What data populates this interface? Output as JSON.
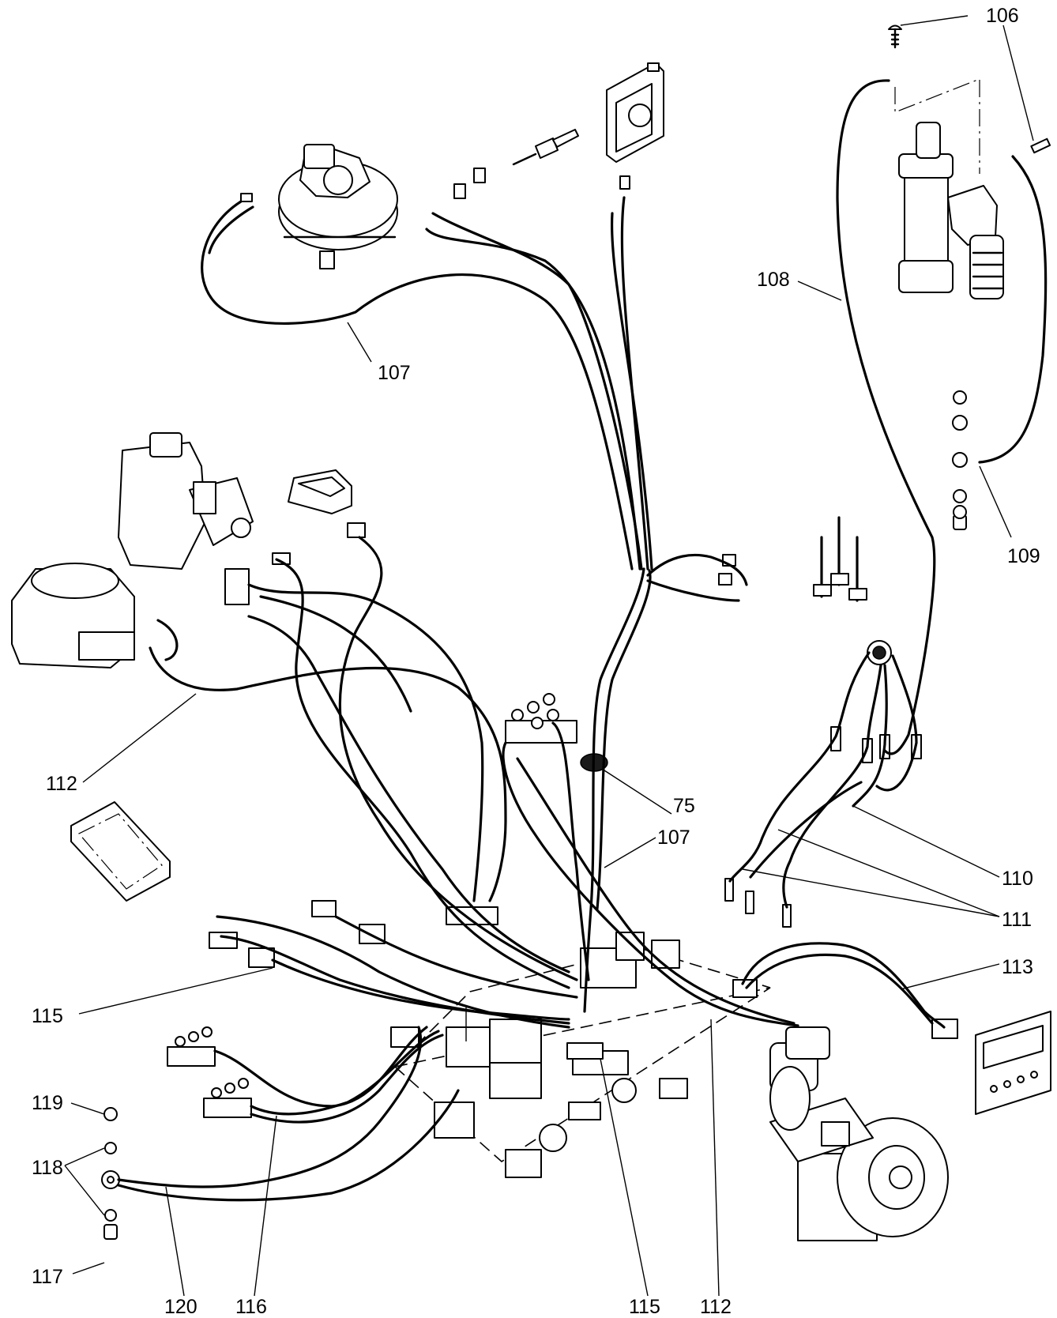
{
  "diagram": {
    "callouts": {
      "c106": "106",
      "c107_top": "107",
      "c108": "108",
      "c109": "109",
      "c112_left": "112",
      "c75": "75",
      "c107_mid": "107",
      "c110": "110",
      "c111": "111",
      "c113": "113",
      "c115_left": "115",
      "c119": "119",
      "c118": "118",
      "c117": "117",
      "c120": "120",
      "c116": "116",
      "c115_bottom": "115",
      "c112_bottom": "112"
    }
  }
}
